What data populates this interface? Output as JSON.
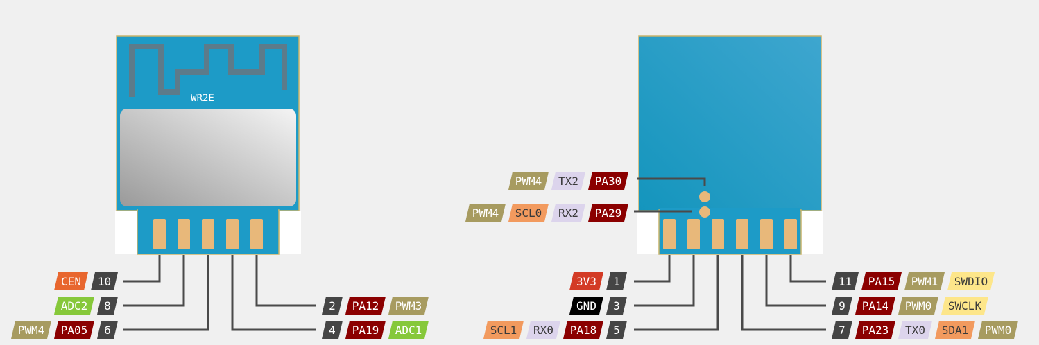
{
  "module_front": {
    "name": "WR2E",
    "pins_left": [
      {
        "labels": [
          "CEN",
          "10"
        ],
        "colors": [
          "#e8662e",
          "#454545"
        ]
      },
      {
        "labels": [
          "ADC2",
          "8"
        ],
        "colors": [
          "#86c83a",
          "#454545"
        ]
      },
      {
        "labels": [
          "PWM4",
          "PA05",
          "6"
        ],
        "colors": [
          "#a79b60",
          "#8b0000",
          "#454545"
        ]
      }
    ],
    "pins_right": [
      {
        "labels": [
          "2",
          "PA12",
          "PWM3"
        ],
        "colors": [
          "#454545",
          "#8b0000",
          "#a79b60"
        ]
      },
      {
        "labels": [
          "4",
          "PA19",
          "ADC1"
        ],
        "colors": [
          "#454545",
          "#8b0000",
          "#86c83a"
        ]
      }
    ]
  },
  "module_back": {
    "pads": [
      {
        "labels": [
          "PWM4",
          "TX2",
          "PA30"
        ],
        "colors": [
          "#a79b60",
          "#dcd4ec",
          "#8b0000"
        ]
      },
      {
        "labels": [
          "PWM4",
          "SCL0",
          "RX2",
          "PA29"
        ],
        "colors": [
          "#a79b60",
          "#f29a5e",
          "#dcd4ec",
          "#8b0000"
        ]
      }
    ],
    "pins_left": [
      {
        "labels": [
          "3V3",
          "1"
        ],
        "colors": [
          "#d33b25",
          "#454545"
        ]
      },
      {
        "labels": [
          "GND",
          "3"
        ],
        "colors": [
          "#000000",
          "#454545"
        ]
      },
      {
        "labels": [
          "SCL1",
          "RX0",
          "PA18",
          "5"
        ],
        "colors": [
          "#f29a5e",
          "#dcd4ec",
          "#8b0000",
          "#454545"
        ]
      }
    ],
    "pins_right": [
      {
        "labels": [
          "11",
          "PA15",
          "PWM1",
          "SWDIO"
        ],
        "colors": [
          "#454545",
          "#8b0000",
          "#a79b60",
          "#fde68a"
        ]
      },
      {
        "labels": [
          "9",
          "PA14",
          "PWM0",
          "SWCLK"
        ],
        "colors": [
          "#454545",
          "#8b0000",
          "#a79b60",
          "#fde68a"
        ]
      },
      {
        "labels": [
          "7",
          "PA23",
          "TX0",
          "SDA1",
          "PWM0"
        ],
        "colors": [
          "#454545",
          "#8b0000",
          "#dcd4ec",
          "#f29a5e",
          "#a79b60"
        ]
      }
    ]
  }
}
